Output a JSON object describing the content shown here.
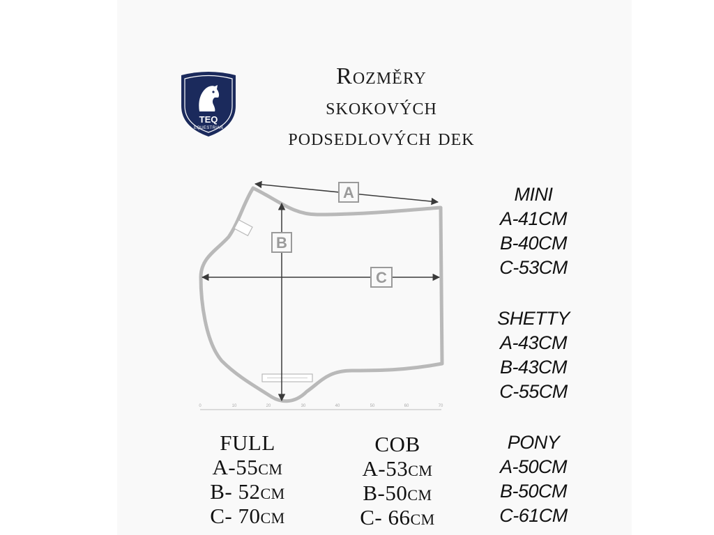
{
  "title": {
    "line1": "Rozměry",
    "line2": "skokových",
    "line3": "podsedlových dek"
  },
  "logo": {
    "text_main": "TEQ",
    "text_sub": "EQUESTRIAN",
    "color": "#1b2a5c"
  },
  "diagram": {
    "label_a": "A",
    "label_b": "B",
    "label_c": "C",
    "ruler_ticks": [
      "0",
      "10",
      "20",
      "30",
      "40",
      "50",
      "60",
      "70"
    ],
    "outline_color": "#b9b9b9",
    "arrow_color": "#3a3a3a"
  },
  "sizes": {
    "mini": {
      "name": "MINI",
      "a": "A-41CM",
      "b": "B-40CM",
      "c": "C-53CM"
    },
    "shetty": {
      "name": "SHETTY",
      "a": "A-43CM",
      "b": "B-43CM",
      "c": "C-55CM"
    },
    "pony": {
      "name": "PONY",
      "a": "A-50CM",
      "b": "B-50CM",
      "c": "C-61CM"
    },
    "full": {
      "name": "FULL",
      "a": "A-55cm",
      "b": "B- 52cm",
      "c": "C- 70cm"
    },
    "cob": {
      "name": "COB",
      "a": "A-53cm",
      "b": "B-50cm",
      "c": "C- 66cm"
    }
  }
}
